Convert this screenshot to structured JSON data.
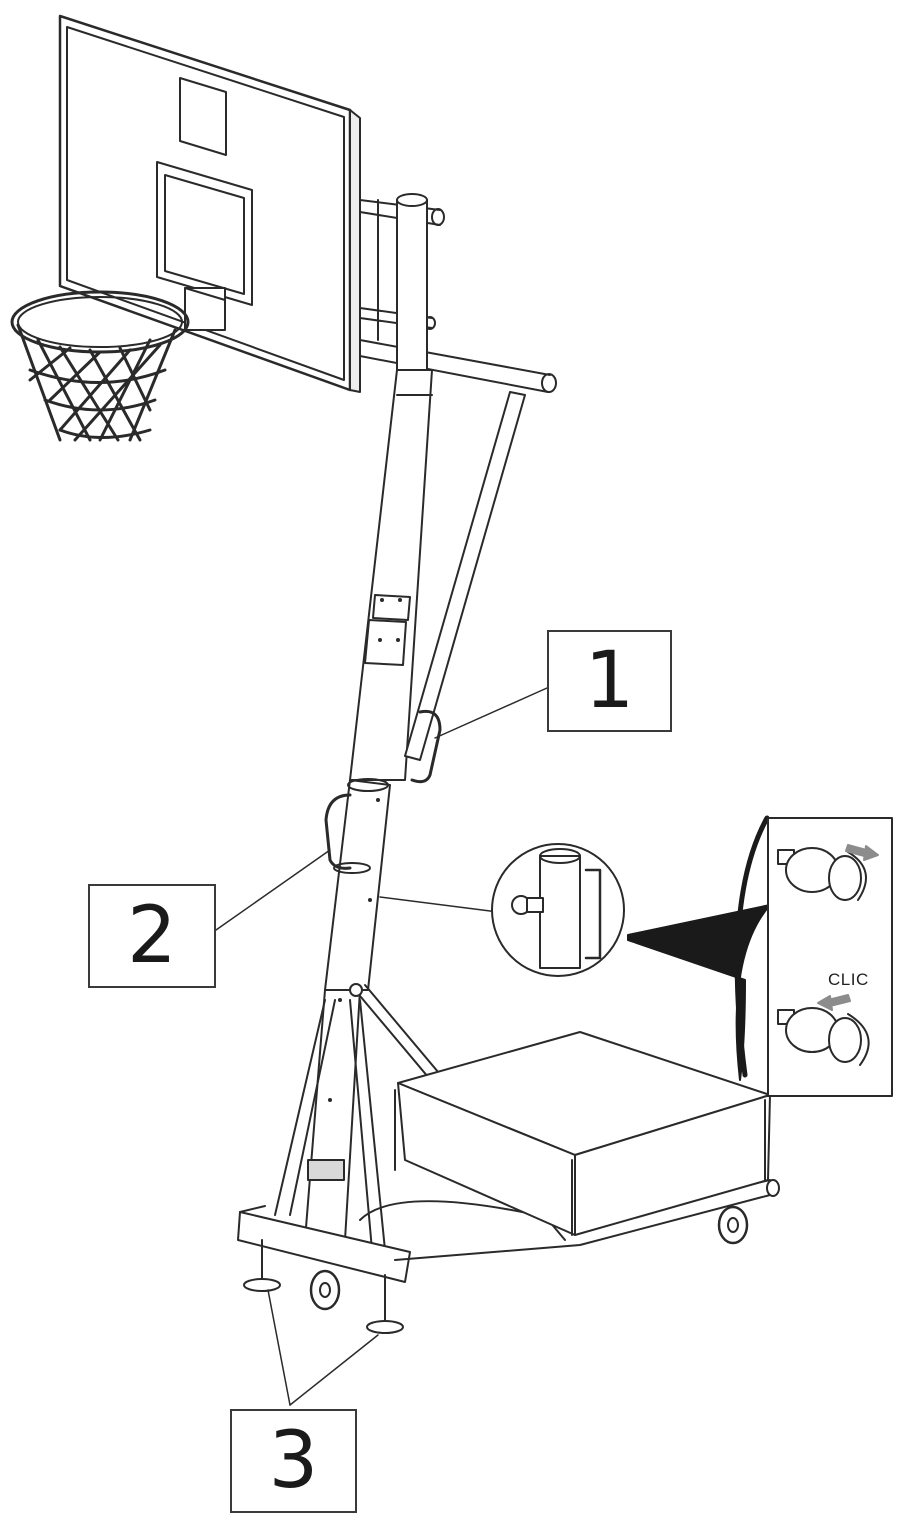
{
  "callouts": [
    {
      "id": "1",
      "label": "1"
    },
    {
      "id": "2",
      "label": "2"
    },
    {
      "id": "3",
      "label": "3"
    }
  ],
  "detail": {
    "clic_label": "CLIC"
  },
  "colors": {
    "line": "#2a2a2a",
    "fill": "#ffffff",
    "shade": "#d9d9d9",
    "arrow": "#8c8c8c"
  }
}
